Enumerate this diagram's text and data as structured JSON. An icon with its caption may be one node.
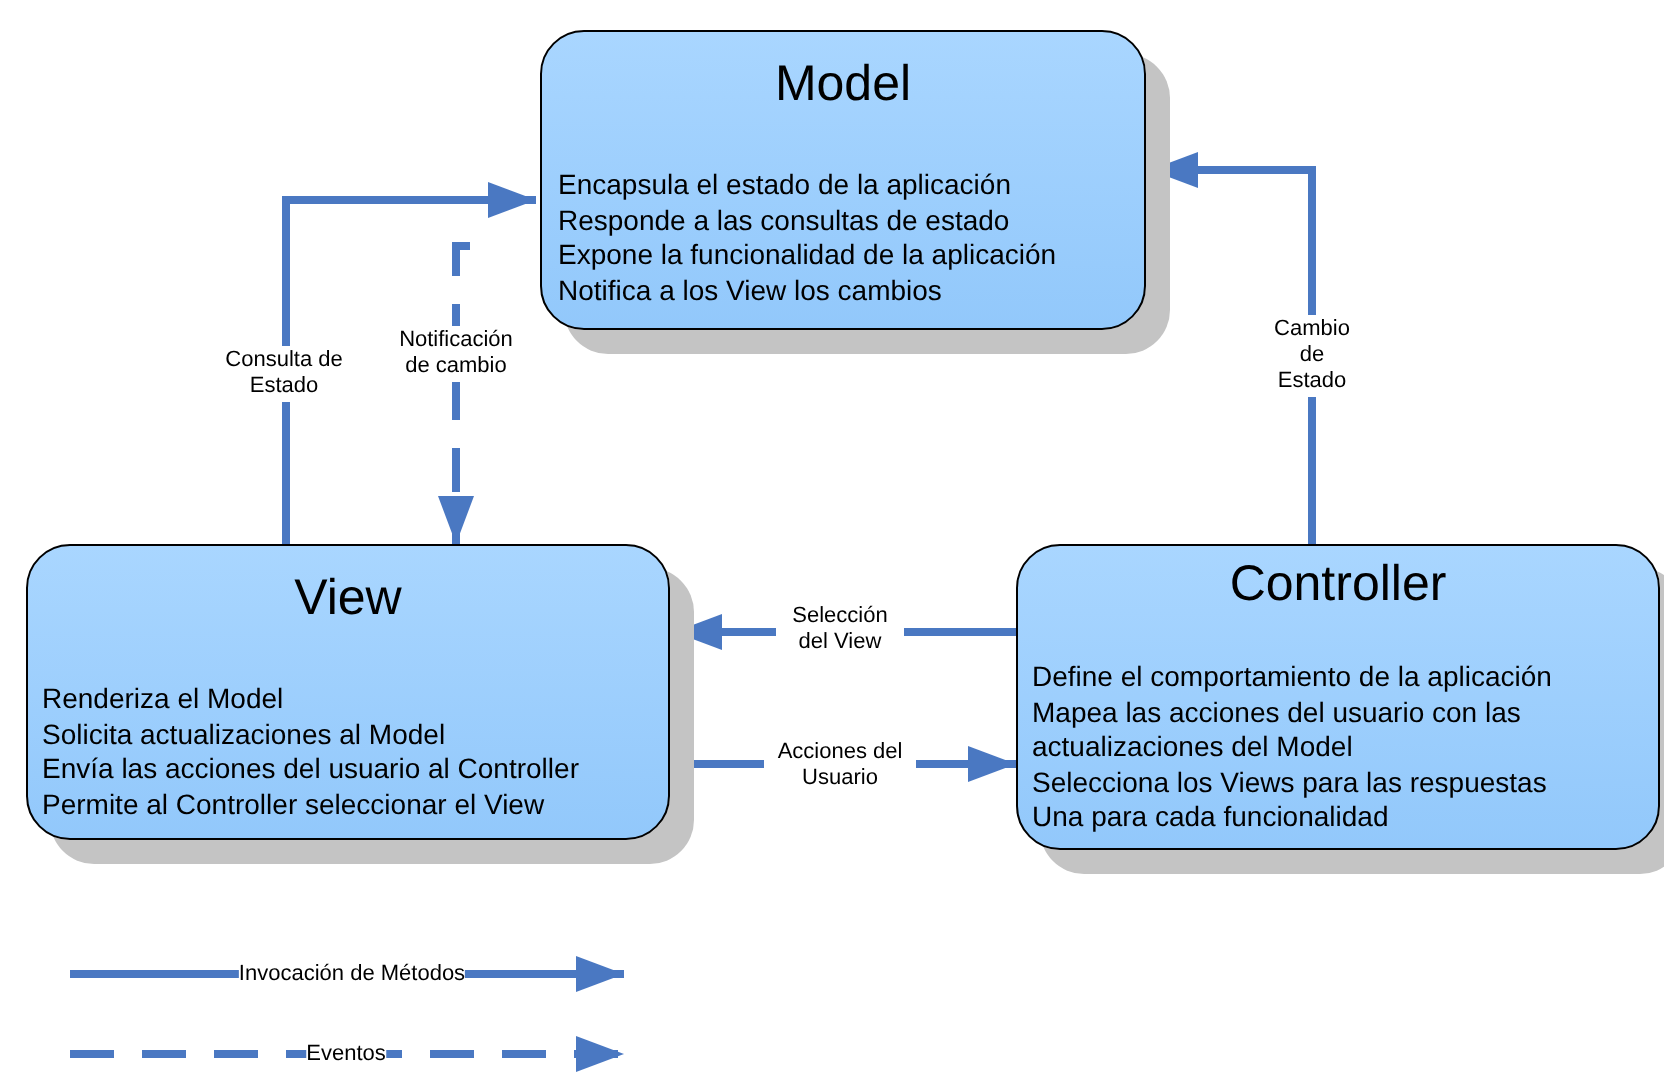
{
  "diagram": {
    "nodes": [
      {
        "text": [
          "Model",
          "Encapsula el estado de la aplicación",
          "Responde a las consultas de estado",
          "Expone la funcionalidad de la aplicación",
          "Notifica a los View los cambios"
        ]
      },
      {
        "text": [
          "View",
          "Renderiza el Model",
          "Solicita actualizaciones al Model",
          "Envía las acciones del usuario al Controller",
          "Permite al Controller seleccionar el View"
        ]
      },
      {
        "text": [
          "Controller",
          "Define el comportamiento de la aplicación",
          "Mapea las acciones del usuario con las actualizaciones del Model",
          "Selecciona los Views para las respuestas",
          "Una para cada funcionalidad"
        ]
      }
    ],
    "edges": [
      {
        "from": 1,
        "to": 0,
        "arrow": "to",
        "label": "Consulta de Estado"
      },
      {
        "from": 0,
        "to": 1,
        "arrow": "to",
        "label": "Notificación de cambio",
        "style": "dashed"
      },
      {
        "from": 2,
        "to": 0,
        "arrow": "to",
        "label": "Cambio de Estado"
      },
      {
        "from": 2,
        "to": 1,
        "arrow": "to",
        "label": "Selección del View"
      },
      {
        "from": 1,
        "to": 2,
        "arrow": "to",
        "label": "Acciones del Usuario"
      }
    ],
    "legend": [
      {
        "text": "Invocación de Métodos"
      },
      {
        "text": "Eventos"
      }
    ]
  }
}
